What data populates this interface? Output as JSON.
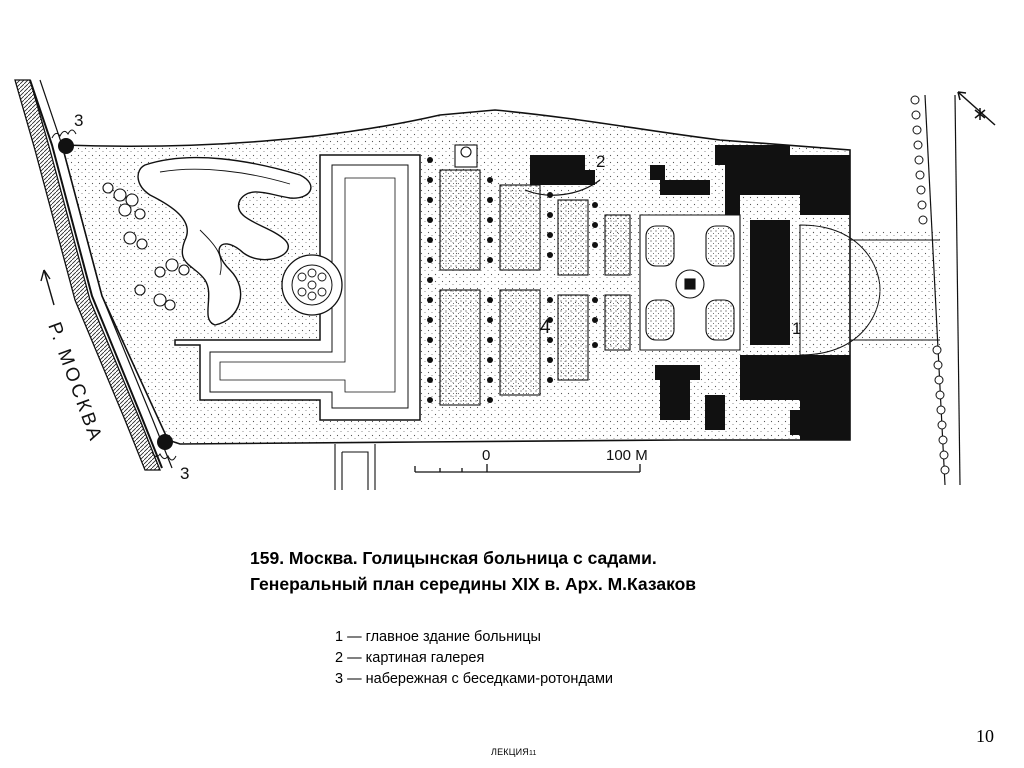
{
  "plan": {
    "river_label": "Р. МОСКВА",
    "scale_zero": "0",
    "scale_max": "100 М",
    "markers": {
      "main_building": "1",
      "gallery": "2",
      "embankment_top": "3",
      "embankment_bottom": "3",
      "garden": "4"
    }
  },
  "caption": {
    "line1": "159. Москва. Голицынская больница с садами.",
    "line2": "Генеральный план середины XIX в. Арх. М.Казаков"
  },
  "legend": {
    "items": [
      "1 — главное здание больницы",
      "2 — картиная галерея",
      "3 — набережная с беседками-ротондами"
    ]
  },
  "page_number": "10",
  "footer": {
    "label": "ЛЕКЦИЯ",
    "number": "11"
  }
}
